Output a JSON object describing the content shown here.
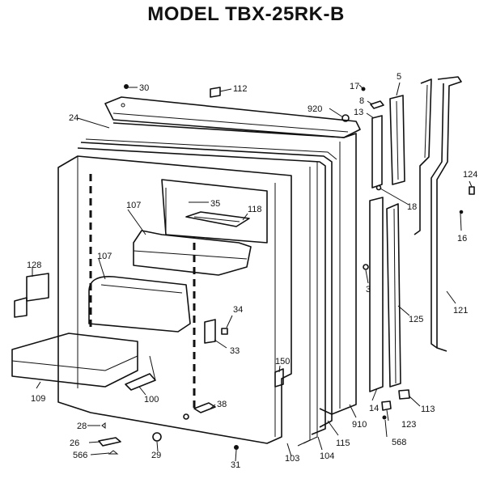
{
  "title": "MODEL TBX-25RK-B",
  "callouts": [
    "30",
    "112",
    "17",
    "5",
    "8",
    "920",
    "13",
    "24",
    "124",
    "35",
    "118",
    "107",
    "16",
    "18",
    "128",
    "107",
    "3",
    "34",
    "121",
    "33",
    "125",
    "150",
    "109",
    "100",
    "38",
    "113",
    "14",
    "910",
    "123",
    "28",
    "115",
    "104",
    "103",
    "26",
    "29",
    "568",
    "566",
    "31"
  ]
}
